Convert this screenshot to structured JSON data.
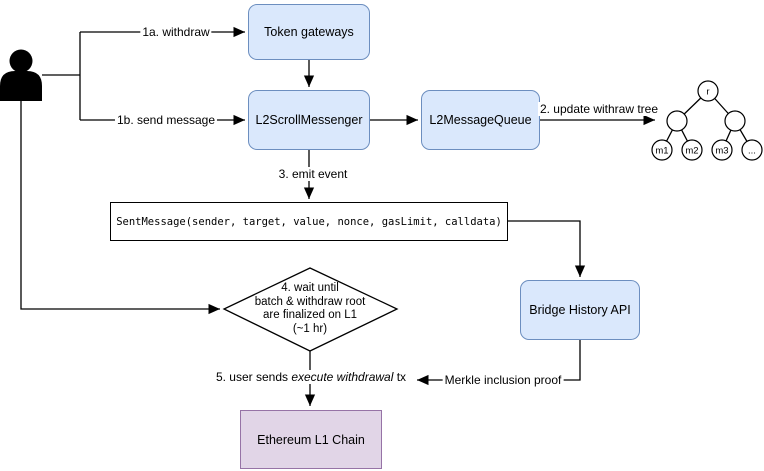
{
  "diagram": {
    "nodes": {
      "token_gateways": {
        "label": "Token gateways"
      },
      "l2_scroll_messenger": {
        "label": "L2ScrollMessenger"
      },
      "l2_message_queue": {
        "label": "L2MessageQueue"
      },
      "sent_message_event": {
        "label": "SentMessage(sender, target, value, nonce, gasLimit, calldata)"
      },
      "wait_condition": {
        "lines": [
          "4. wait until",
          "batch & withdraw root",
          "are finalized on L1",
          "(~1 hr)"
        ]
      },
      "bridge_history_api": {
        "label": "Bridge History API"
      },
      "ethereum_l1_chain": {
        "label": "Ethereum L1 Chain"
      }
    },
    "edge_labels": {
      "withdraw": "1a. withdraw",
      "send_message": "1b. send message",
      "update_withdraw_tree": "2. update withraw tree",
      "emit_event": "3. emit event",
      "merkle_inclusion_proof": "Merkle inclusion proof",
      "execute_withdrawal": {
        "prefix": "5. user sends ",
        "emphasis": "execute withdrawal",
        "suffix": " tx"
      }
    },
    "withdraw_tree": {
      "root": "r",
      "leaves": [
        "m1",
        "m2",
        "m3",
        "..."
      ]
    },
    "icons": {
      "actor": "user-silhouette-icon"
    },
    "colors": {
      "process_fill": "#dae8fc",
      "process_border": "#6c8ebf",
      "l1_fill": "#e1d5e7",
      "l1_border": "#9673a6",
      "line": "#000000",
      "background": "#ffffff"
    }
  }
}
